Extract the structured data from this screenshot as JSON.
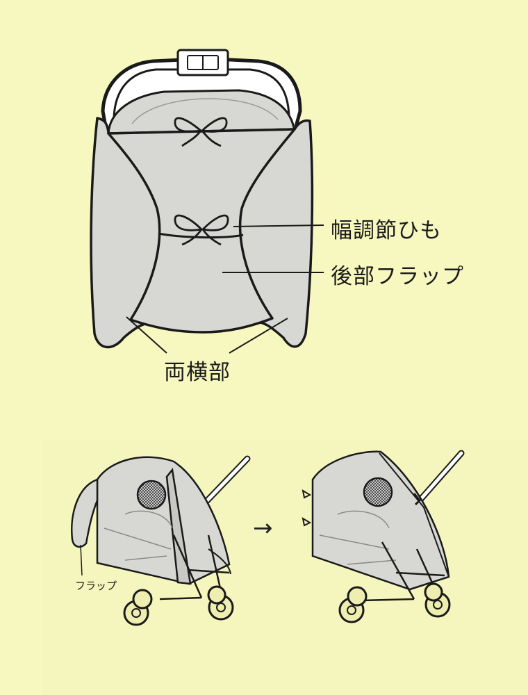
{
  "labels": {
    "width_strap": "幅調節ひも",
    "rear_flap": "後部フラップ",
    "both_sides": "両横部",
    "flap": "フラップ"
  },
  "arrow": "→",
  "colors": {
    "background": "#f7f8bf",
    "cover_fill": "#d7d7d4",
    "outline": "#1a1a1a",
    "wheel_fill": "#eeeeb0",
    "mesh_fill": "#555555"
  }
}
